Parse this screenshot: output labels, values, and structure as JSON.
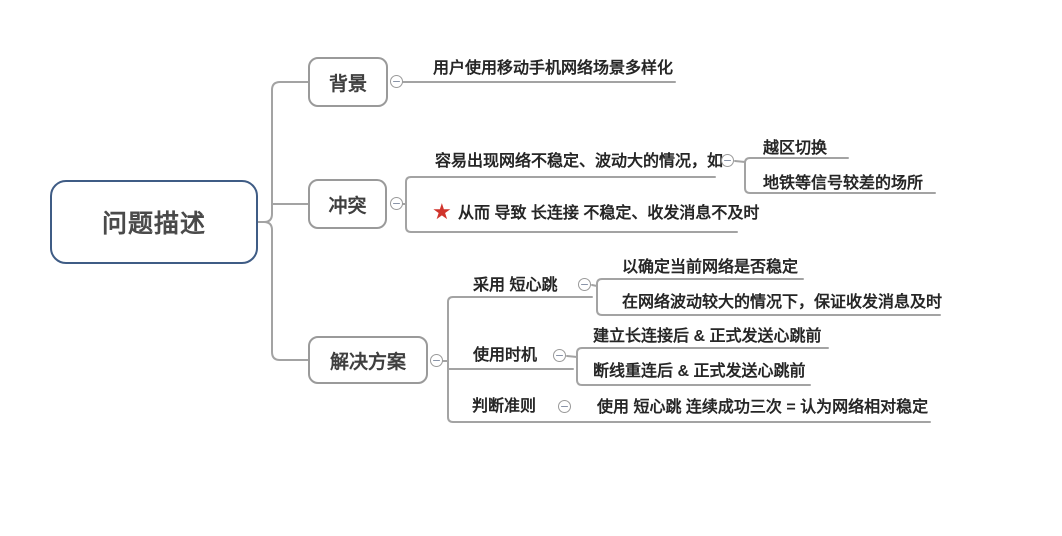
{
  "mindmap": {
    "root": {
      "label": "问题描述"
    },
    "branches": [
      {
        "label": "背景",
        "children": [
          {
            "label": "用户使用移动手机网络场景多样化"
          }
        ]
      },
      {
        "label": "冲突",
        "children": [
          {
            "label": "容易出现网络不稳定、波动大的情况，如",
            "children": [
              {
                "label": "越区切换"
              },
              {
                "label": "地铁等信号较差的场所"
              }
            ]
          },
          {
            "label": "从而 导致 长连接 不稳定、收发消息不及时",
            "marker": "red-star"
          }
        ]
      },
      {
        "label": "解决方案",
        "children": [
          {
            "label": "采用 短心跳",
            "children": [
              {
                "label": "以确定当前网络是否稳定"
              },
              {
                "label": "在网络波动较大的情况下，保证收发消息及时"
              }
            ]
          },
          {
            "label": "使用时机",
            "children": [
              {
                "label": "建立长连接后 & 正式发送心跳前"
              },
              {
                "label": "断线重连后 & 正式发送心跳前"
              }
            ]
          },
          {
            "label": "判断准则",
            "children": [
              {
                "label": "使用 短心跳 连续成功三次 = 认为网络相对稳定"
              }
            ]
          }
        ]
      }
    ]
  },
  "icons": {
    "star_symbol": "★",
    "collapse_state": "collapsed-minus"
  },
  "colors": {
    "root_border": "#3f5c85",
    "branch_border": "#9a9a9a",
    "connector_line": "#a3a3a3",
    "star_red": "#d0342c",
    "text_dark": "#262626",
    "background": "#ffffff"
  }
}
